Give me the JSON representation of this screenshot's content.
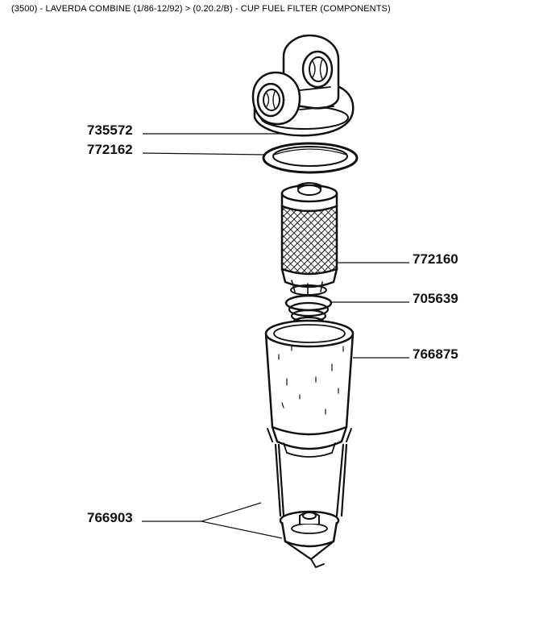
{
  "header": {
    "breadcrumb": "(3500) - LAVERDA COMBINE (1/86-12/92) > (0.20.2/B) - CUP FUEL FILTER (COMPONENTS)"
  },
  "parts": [
    {
      "number": "735572",
      "component": "head"
    },
    {
      "number": "772162",
      "component": "gasket"
    },
    {
      "number": "772160",
      "component": "filter-element"
    },
    {
      "number": "705639",
      "component": "spring"
    },
    {
      "number": "766875",
      "component": "cup"
    },
    {
      "number": "766903",
      "component": "retaining-bail"
    }
  ]
}
